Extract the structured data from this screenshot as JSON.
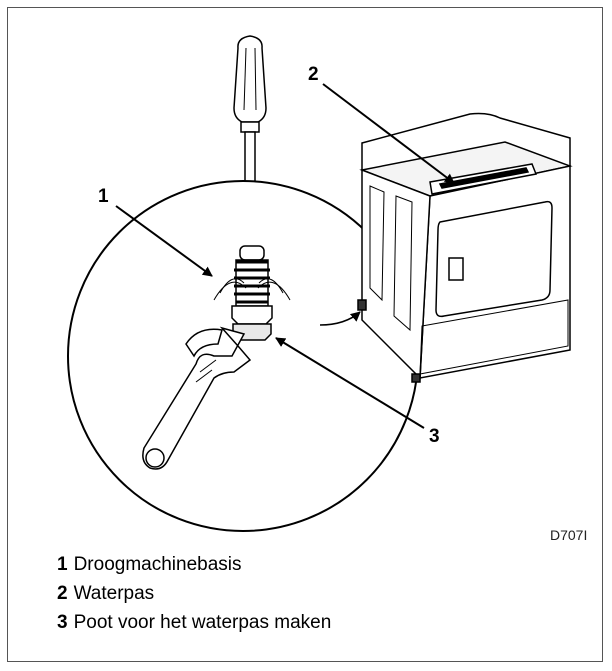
{
  "figure": {
    "code": "D707I",
    "callouts": [
      "1",
      "2",
      "3"
    ],
    "legend": [
      {
        "num": "1",
        "label": "Droogmachinebasis"
      },
      {
        "num": "2",
        "label": "Waterpas"
      },
      {
        "num": "3",
        "label": "Poot voor het waterpas maken"
      }
    ],
    "icons": [
      "screwdriver-icon",
      "adjustable-wrench-icon",
      "leveling-leg-icon",
      "dryer-icon",
      "spirit-level-icon"
    ]
  }
}
